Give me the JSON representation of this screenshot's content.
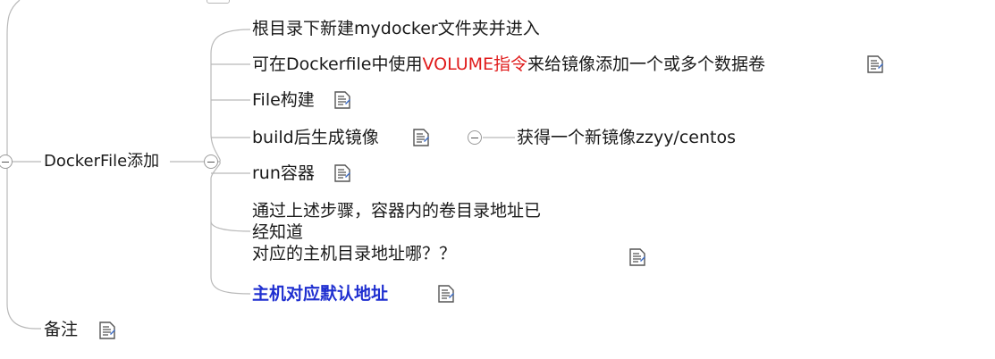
{
  "colors": {
    "line": "#b9b9b9",
    "text": "#1a1a1a",
    "highlight_red": "#e01b1b",
    "highlight_blue": "#1f2fd0"
  },
  "icons": {
    "note": "note-icon",
    "collapse": "collapse-toggle-icon"
  },
  "root_branch": {
    "label": "DockerFile添加"
  },
  "children": {
    "c1": {
      "text": "根目录下新建mydocker文件夹并进入"
    },
    "c2": {
      "before": "可在Dockerfile中使用",
      "highlight": "VOLUME指令",
      "after": "来给镜像添加一个或多个数据卷"
    },
    "c3": {
      "text": "File构建"
    },
    "c4": {
      "text": "build后生成镜像"
    },
    "c4_child": {
      "text": "获得一个新镜像zzyy/centos"
    },
    "c5": {
      "text": "run容器"
    },
    "c6": {
      "lines": [
        "通过上述步骤，容器内的卷目录地址已",
        "经知道",
        "对应的主机目录地址哪？？"
      ]
    },
    "c7": {
      "text": "主机对应默认地址"
    }
  },
  "sibling": {
    "label": "备注"
  }
}
